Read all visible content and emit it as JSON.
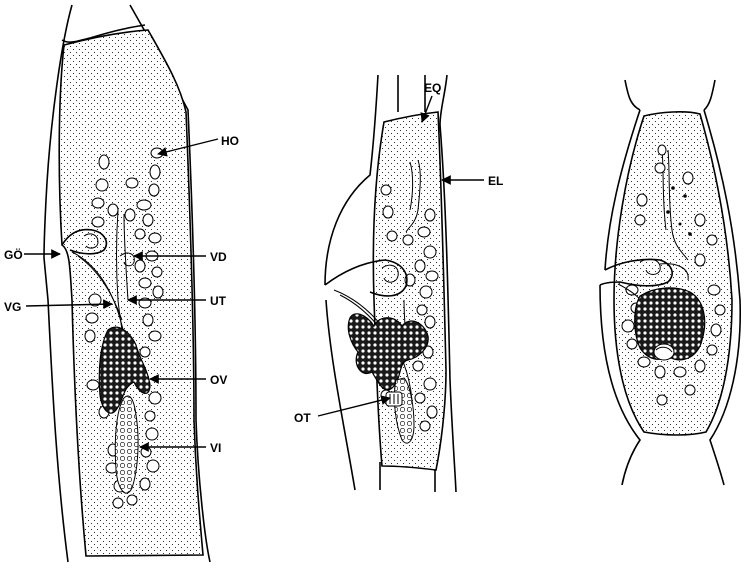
{
  "labels": {
    "ho": "HO",
    "go": "GÖ",
    "vd": "VD",
    "vg": "VG",
    "ut": "UT",
    "ov": "OV",
    "vi": "VI",
    "eq": "EQ",
    "el": "EL",
    "ot": "OT"
  }
}
